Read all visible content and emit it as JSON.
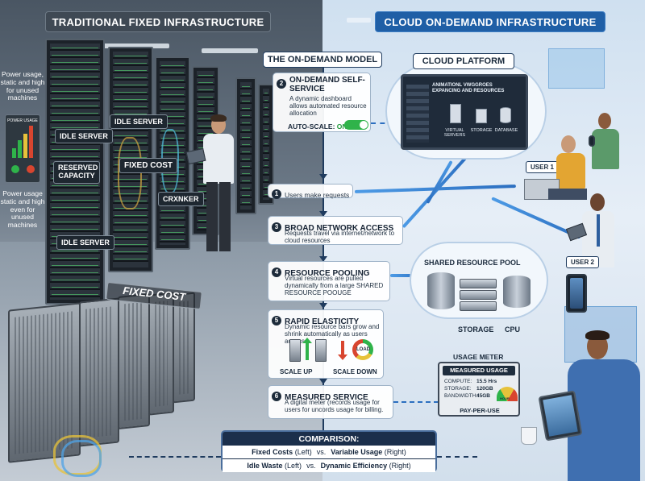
{
  "headers": {
    "left": "TRADITIONAL FIXED INFRASTRUCTURE",
    "right": "CLOUD ON-DEMAND INFRASTRUCTURE"
  },
  "left": {
    "power_note_top": "Power usage, static and high for unused machines",
    "power_panel_title": "POWER USAGE",
    "power_note_bottom": "Power usage static and high even for unused machines",
    "labels": {
      "idle_server_1": "IDLE SERVER",
      "idle_server_2": "IDLE SERVER",
      "reserved_capacity": "RESERVED CAPACITY",
      "fixed_cost": "FIXED COST",
      "crxnker": "CRXNKER",
      "idle_server_3": "IDLE SERVER",
      "fixed_cost_big": "FIXED COST"
    }
  },
  "center": {
    "model_title": "THE ON-DEMAND MODEL",
    "steps": [
      {
        "num": "2",
        "title": "ON-DEMAND SELF-SERVICE",
        "desc": "A dynamic dashboard allows automated resource allocation"
      },
      {
        "num": "1",
        "title": "",
        "desc": "Users make requests"
      },
      {
        "num": "3",
        "title": "BROAD NETWORK ACCESS",
        "desc": "Requests travel via internet/network to cloud resources"
      },
      {
        "num": "4",
        "title": "RESOURCE POOLING",
        "desc": "Virtual resources are pulled dynamically from a large SHARED RESOURCE POOUGE"
      },
      {
        "num": "5",
        "title": "RAPID ELASTICITY",
        "desc": "Dynamic resource bars grow and shrink automatically as users access."
      },
      {
        "num": "6",
        "title": "MEASURED SERVICE",
        "desc": "A digital meter (records usage for users for uncords usage for billing."
      }
    ],
    "autoscale_label": "AUTO-SCALE:",
    "autoscale_value": "ON",
    "scale_up": "SCALE UP",
    "scale_down": "SCALE DOWN",
    "load": "LOAD"
  },
  "cloud": {
    "platform_label": "CLOUD PLATFORM",
    "dashboard_title": "ANIMATIONL VWGGROES EXPANCING AND RESOURCES",
    "icons": [
      "VIRTUAL SERVERS",
      "STORAGE",
      "DATABASE"
    ]
  },
  "pool": {
    "label": "SHARED RESOURCE POOL",
    "storage": "STORAGE",
    "cpu": "CPU"
  },
  "users": {
    "user1": "USER 1",
    "user2": "USER 2"
  },
  "meter": {
    "title": "USAGE METER",
    "header": "MEASURED USAGE",
    "rows": [
      {
        "label": "COMPUTE:",
        "value": "15.5 Hrs"
      },
      {
        "label": "STORAGE:",
        "value": "120GB"
      },
      {
        "label": "BANDWIDTH:",
        "value": "45GB"
      }
    ],
    "gauge_label": "HOUR",
    "pay_per_use": "PAY-PER-USE"
  },
  "comparison": {
    "title": "COMPARISON:",
    "rows": [
      {
        "left": "Fixed Costs",
        "left_note": "(Left)",
        "vs": "vs.",
        "right": "Variable Usage",
        "right_note": "(Right)"
      },
      {
        "left": "Idle Waste",
        "left_note": "(Left)",
        "vs": "vs.",
        "right": "Dynamic Efficiency",
        "right_note": "(Right)"
      }
    ]
  },
  "colors": {
    "left_header": "#3f4954",
    "right_header": "#1f5fa6",
    "flow_arrow": "#2c6fc0",
    "autoscale_on": "#1e9a3a",
    "scale_up": "#2fb34a",
    "scale_down": "#d8452f",
    "comparison_bg": "#1b2f4b"
  }
}
